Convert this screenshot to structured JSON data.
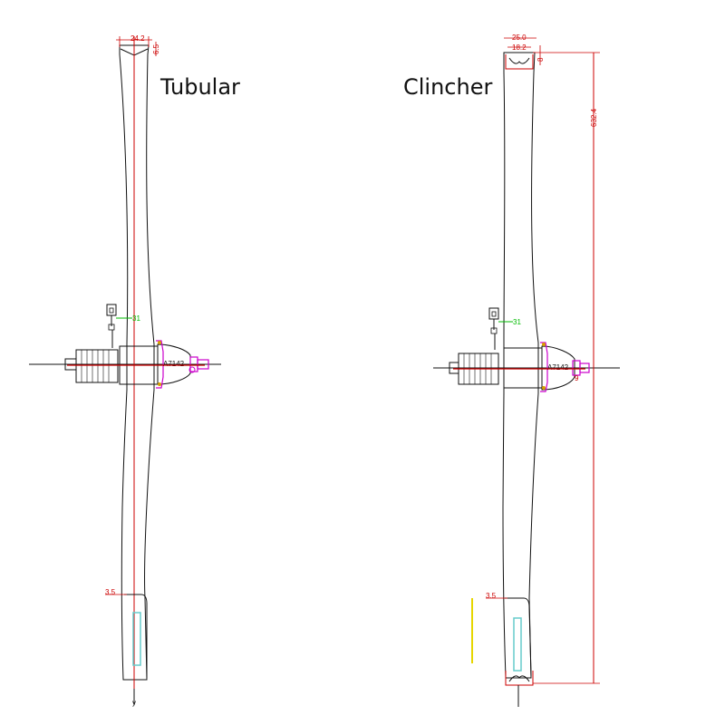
{
  "wheels": [
    {
      "id": "tubular",
      "label": "Tubular",
      "dims": {
        "rim_width": "24.2",
        "rim_depth": "6.5",
        "offset_left": "3.5",
        "offset_green": "31",
        "hub_text": "A7142"
      }
    },
    {
      "id": "clincher",
      "label": "Clincher",
      "dims": {
        "rim_width": "25.0",
        "inner_width": "18.2",
        "rim_depth": "8",
        "offset_left": "3.5",
        "offset_green": "31",
        "hub_text": "A7142",
        "height": "632.4",
        "hub_dim": "9"
      }
    }
  ],
  "axis_label": "y",
  "colors": {
    "dimension": "#cc0000",
    "green": "#00bb00",
    "magenta": "#cc00cc",
    "cyan": "#66cccc",
    "yellow": "#e6d600",
    "line": "#111111"
  }
}
